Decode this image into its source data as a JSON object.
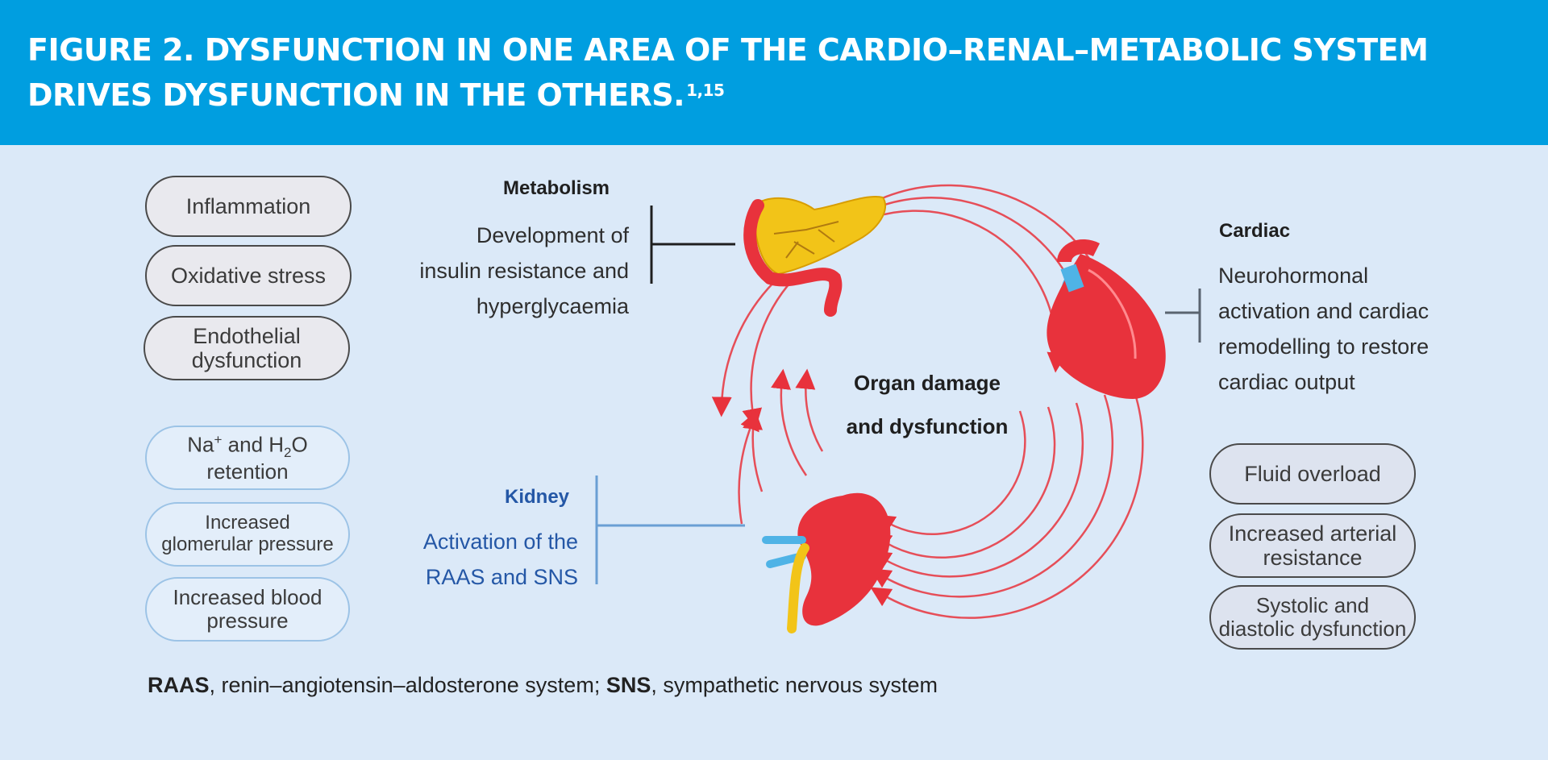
{
  "title": {
    "main": "FIGURE 2. DYSFUNCTION IN ONE AREA OF THE CARDIO–RENAL–METABOLIC SYSTEM DRIVES DYSFUNCTION IN THE OTHERS.",
    "sup": "1,15"
  },
  "left_grey_pills": [
    "Inflammation",
    "Oxidative stress",
    "Endothelial\ndysfunction"
  ],
  "left_blue_pills": {
    "na_prefix": "Na",
    "na_sup": "+",
    "na_mid": " and H",
    "na_sub": "2",
    "na_suffix": "O",
    "retention": "retention",
    "glomerular": "Increased\nglomerular pressure",
    "blood_pressure": "Increased blood\npressure"
  },
  "metabolism": {
    "heading": "Metabolism",
    "lines": [
      "Development of",
      "insulin resistance and",
      "hyperglycaemia"
    ]
  },
  "cardiac": {
    "heading": "Cardiac",
    "lines": [
      "Neurohormonal",
      "activation and cardiac",
      "remodelling to restore",
      "cardiac output"
    ]
  },
  "kidney": {
    "heading": "Kidney",
    "lines": [
      "Activation of the",
      "RAAS and SNS"
    ]
  },
  "center": {
    "line1": "Organ damage",
    "line2": "and dysfunction"
  },
  "right_pills": [
    "Fluid overload",
    "Increased arterial\nresistance",
    "Systolic and\ndiastolic dysfunction"
  ],
  "footnote": {
    "raas_abbr": "RAAS",
    "raas_def": ", renin–angiotensin–aldosterone system; ",
    "sns_abbr": "SNS",
    "sns_def": ", sympathetic nervous system"
  },
  "colors": {
    "header": "#009ee0",
    "background": "#dbe9f8",
    "arrow": "#e8323c",
    "kidney_text": "#2457a6",
    "organ_red": "#e8323c",
    "pancreas_yellow": "#f2c418",
    "vessel_blue": "#4fb3e6"
  },
  "icons": [
    "pancreas-icon",
    "heart-icon",
    "kidney-icon"
  ]
}
